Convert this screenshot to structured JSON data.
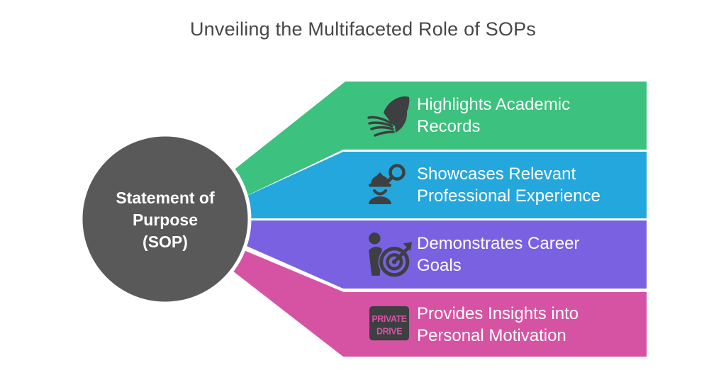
{
  "title": {
    "text": "Unveiling the Multifaceted Role of SOPs",
    "color": "#474747"
  },
  "center": {
    "label": "Statement of\nPurpose\n(SOP)",
    "fill": "#595959",
    "text_color": "#ffffff"
  },
  "colors": {
    "background": "#ffffff",
    "icon_dark": "#3d3f41",
    "label_text": "#ffffff",
    "separator": "#ffffff"
  },
  "rows": [
    {
      "label": "Highlights Academic\nRecords",
      "icon": "book-pages-icon",
      "color": "#3cc17e"
    },
    {
      "label": "Showcases Relevant\nProfessional Experience",
      "icon": "worker-search-icon",
      "color": "#24a7dd"
    },
    {
      "label": "Demonstrates Career\nGoals",
      "icon": "person-target-icon",
      "color": "#7a61e2"
    },
    {
      "label": "Provides Insights into\nPersonal Motivation",
      "icon": "private-drive-sign-icon",
      "color": "#d653a4",
      "sign": [
        "PRIVATE",
        "DRIVE"
      ]
    }
  ]
}
